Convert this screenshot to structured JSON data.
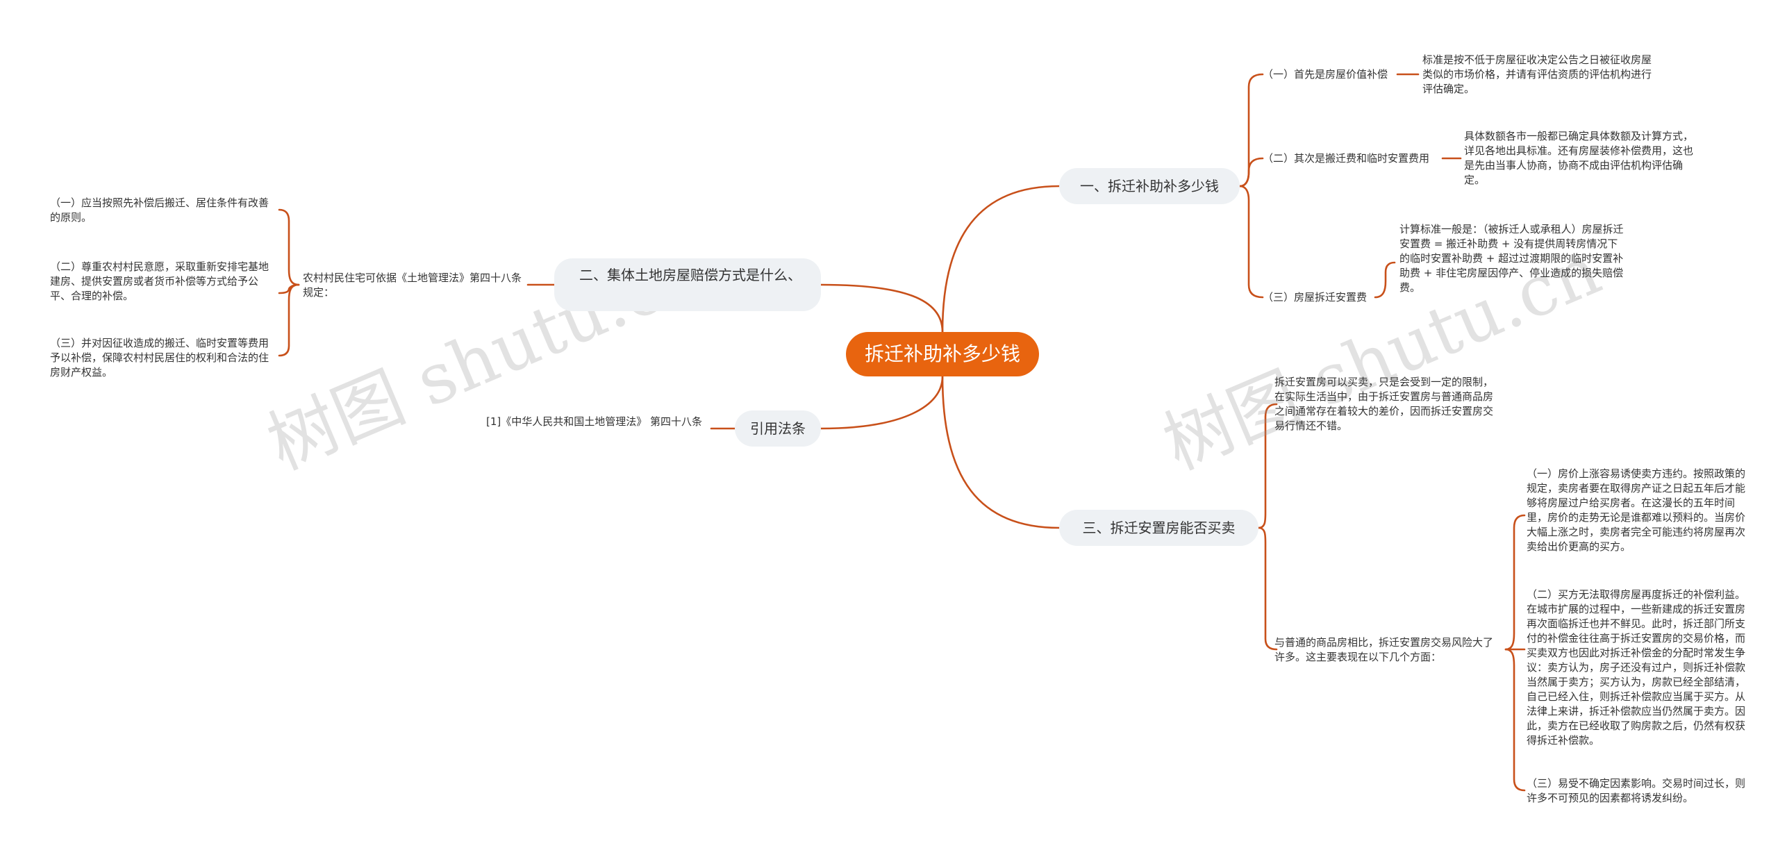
{
  "watermark": "树图 shutu.cn",
  "root": "拆迁补助补多少钱",
  "branch1": {
    "title": "一、拆迁补助补多少钱",
    "items": [
      {
        "label": "（一）首先是房屋价值补偿",
        "detail": "标准是按不低于房屋征收决定公告之日被征收房屋类似的市场价格，并请有评估资质的评估机构进行评估确定。"
      },
      {
        "label": "（二）其次是搬迁费和临时安置费用",
        "detail": "具体数额各市一般都已确定具体数额及计算方式，详见各地出具标准。还有房屋装修补偿费用，这也是先由当事人协商，协商不成由评估机构评估确定。"
      },
      {
        "label": "（三）房屋拆迁安置费",
        "detail": "计算标准一般是：（被拆迁人或承租人）房屋拆迁安置费 = 搬迁补助费 + 没有提供周转房情况下的临时安置补助费 + 超过过渡期限的临时安置补助费 + 非住宅房屋因停产、停业造成的损失赔偿费。"
      }
    ]
  },
  "branch2": {
    "title": "二、集体土地房屋赔偿方式是什么、",
    "intro": "农村村民住宅可依据《土地管理法》第四十八条规定：",
    "items": [
      "（一）应当按照先补偿后搬迁、居住条件有改善的原则。",
      "（二）尊重农村村民意愿，采取重新安排宅基地建房、提供安置房或者货币补偿等方式给予公平、合理的补偿。",
      "（三）并对因征收造成的搬迁、临时安置等费用予以补偿，保障农村村民居住的权利和合法的住房财产权益。"
    ]
  },
  "branch3": {
    "title": "引用法条",
    "item": "[1]《中华人民共和国土地管理法》 第四十八条"
  },
  "branch4": {
    "title": "三、拆迁安置房能否买卖",
    "items": [
      "拆迁安置房可以买卖，只是会受到一定的限制，在实际生活当中，由于拆迁安置房与普通商品房之间通常存在着较大的差价，因而拆迁安置房交易行情还不错。",
      "与普通的商品房相比，拆迁安置房交易风险大了许多。这主要表现在以下几个方面："
    ],
    "subitems": [
      "（一）房价上涨容易诱使卖方违约。按照政策的规定，卖房者要在取得房产证之日起五年后才能够将房屋过户给买房者。在这漫长的五年时间里，房价的走势无论是谁都难以预料的。当房价大幅上涨之时，卖房者完全可能违约将房屋再次卖给出价更高的买方。",
      "（二）买方无法取得房屋再度拆迁的补偿利益。在城市扩展的过程中，一些新建成的拆迁安置房再次面临拆迁也并不鲜见。此时，拆迁部门所支付的补偿金往往高于拆迁安置房的交易价格，而买卖双方也因此对拆迁补偿金的分配时常发生争议：卖方认为，房子还没有过户，则拆迁补偿款当然属于卖方；买方认为，房款已经全部结清，自己已经入住，则拆迁补偿款应当属于买方。从法律上来讲，拆迁补偿款应当仍然属于卖方。因此，卖方在已经收取了购房款之后，仍然有权获得拆迁补偿款。",
      "（三）易受不确定因素影响。交易时间过长，则许多不可预见的因素都将诱发纠纷。"
    ]
  }
}
